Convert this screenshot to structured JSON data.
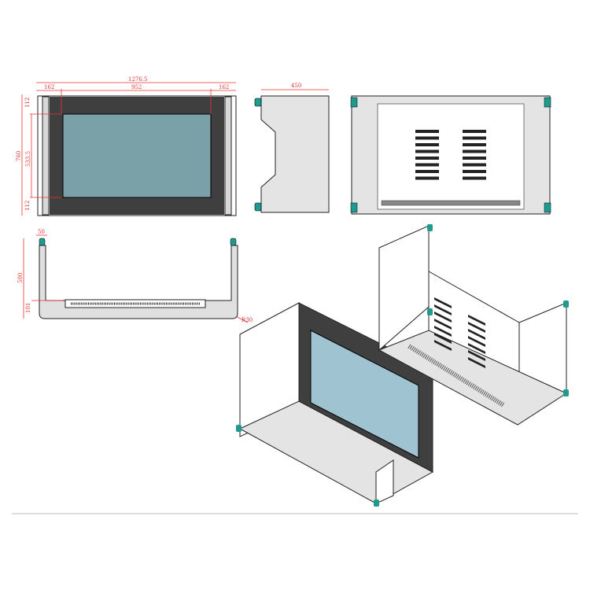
{
  "drawing": {
    "front_view": {
      "overall_width": "1276.5",
      "side_left": "162",
      "screen_width": "952",
      "side_right": "162",
      "top_margin": "112",
      "overall_height": "760",
      "screen_height": "533.5",
      "bottom_margin": "112"
    },
    "side_view": {
      "depth": "450"
    },
    "top_view": {
      "wall": "50",
      "depth": "500",
      "base": "101",
      "radius": "R30"
    }
  },
  "colors": {
    "bezel": "#3f3f3f",
    "screen": "#7aa0a8",
    "screen_iso": "#9fc3d0",
    "body": "#e4e4e4",
    "foot": "#1f9a8e",
    "dimension": "#e33333"
  }
}
